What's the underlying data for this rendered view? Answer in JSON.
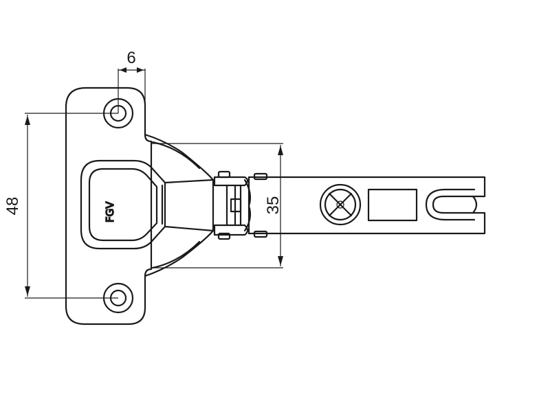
{
  "dimensions": {
    "top_width": "6",
    "hole_spacing": "48",
    "cup_width": "35"
  },
  "logo": {
    "text": "FGV"
  },
  "colors": {
    "stroke": "#1a1a1a",
    "background": "#ffffff"
  }
}
